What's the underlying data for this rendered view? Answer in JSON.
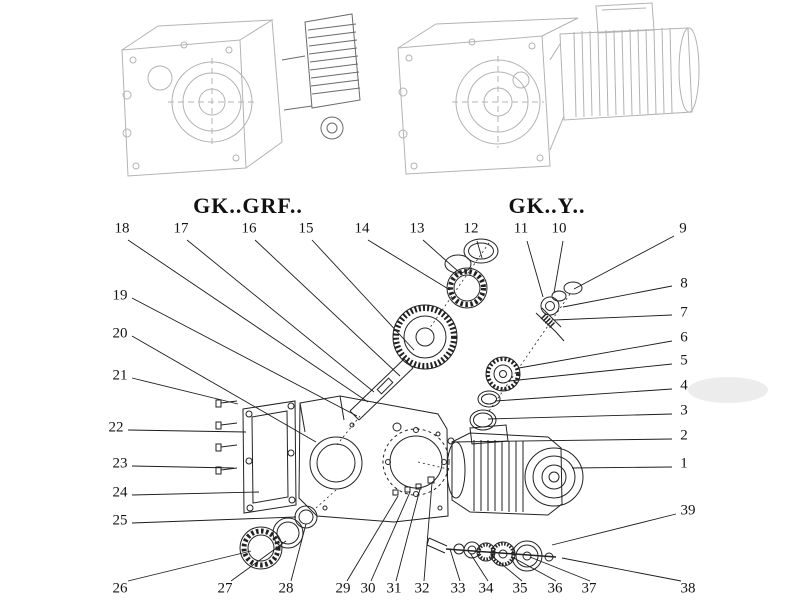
{
  "page": {
    "background": "#ffffff",
    "ink_color": "#1c1c1c",
    "drawing_color": "#b3b3b3"
  },
  "models": {
    "left_label": "GK..GRF..",
    "right_label": "GK..Y.."
  },
  "parts": [
    "1",
    "2",
    "3",
    "4",
    "5",
    "6",
    "7",
    "8",
    "9",
    "10",
    "11",
    "12",
    "13",
    "14",
    "15",
    "16",
    "17",
    "18",
    "19",
    "20",
    "21",
    "22",
    "23",
    "24",
    "25",
    "26",
    "27",
    "28",
    "29",
    "30",
    "31",
    "32",
    "33",
    "34",
    "35",
    "36",
    "37",
    "38",
    "39"
  ]
}
